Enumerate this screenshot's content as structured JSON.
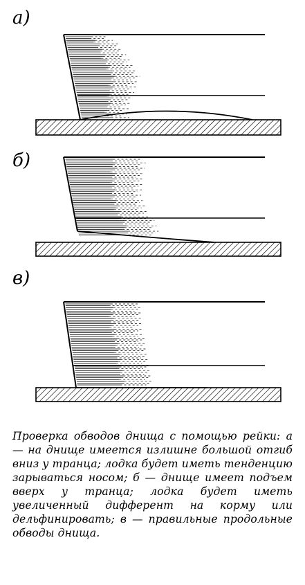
{
  "panels": [
    {
      "label": "а)"
    },
    {
      "label": "б)"
    },
    {
      "label": "в)"
    }
  ],
  "caption": "Проверка обводов днища с помощью рейки: а — на днище имеется излишне большой отгиб вниз у транца; лодка будет иметь тенденцию зарываться носом; б — днище имеет подъем вверх у транца; лодка будет иметь увеличенный дифферент на корму или дельфинировать; в — правильные продольные обводы днища."
}
